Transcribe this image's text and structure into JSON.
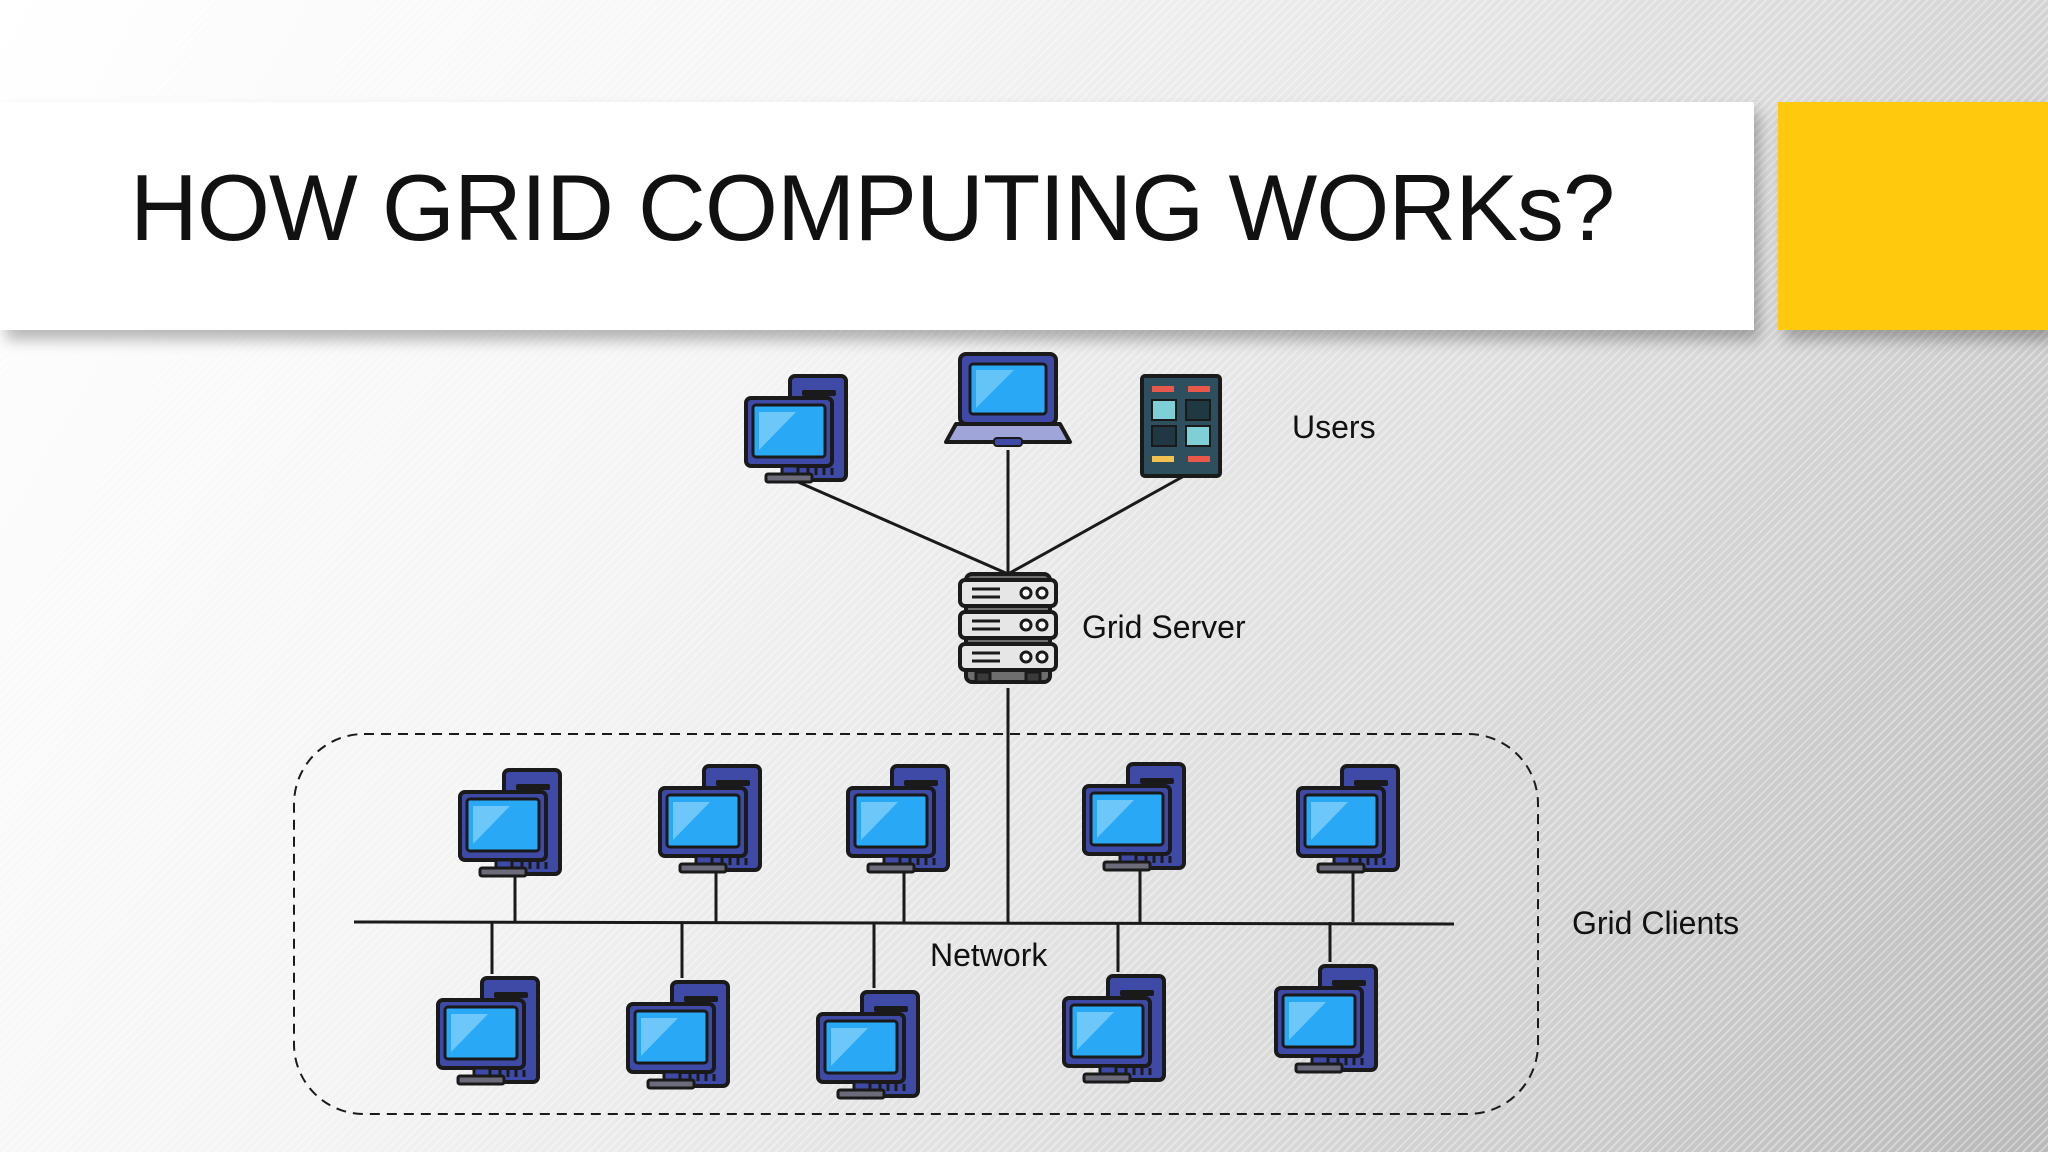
{
  "slide": {
    "title": "HOW GRID COMPUTING WORKs?",
    "accent_color": "#FFC90E"
  },
  "diagram": {
    "labels": {
      "users": "Users",
      "server": "Grid Server",
      "network": "Network",
      "clients": "Grid Clients"
    },
    "users": [
      {
        "icon": "desktop-computer-icon"
      },
      {
        "icon": "laptop-icon"
      },
      {
        "icon": "tablet-dashboard-icon"
      }
    ],
    "server_icon": "server-rack-icon",
    "clients_top_row": 5,
    "clients_bottom_row": 5,
    "colors": {
      "screen": "#29A8F5",
      "tower": "#3F4AA6",
      "outline": "#1A1A1A",
      "server_body": "#E6E6E6"
    }
  }
}
